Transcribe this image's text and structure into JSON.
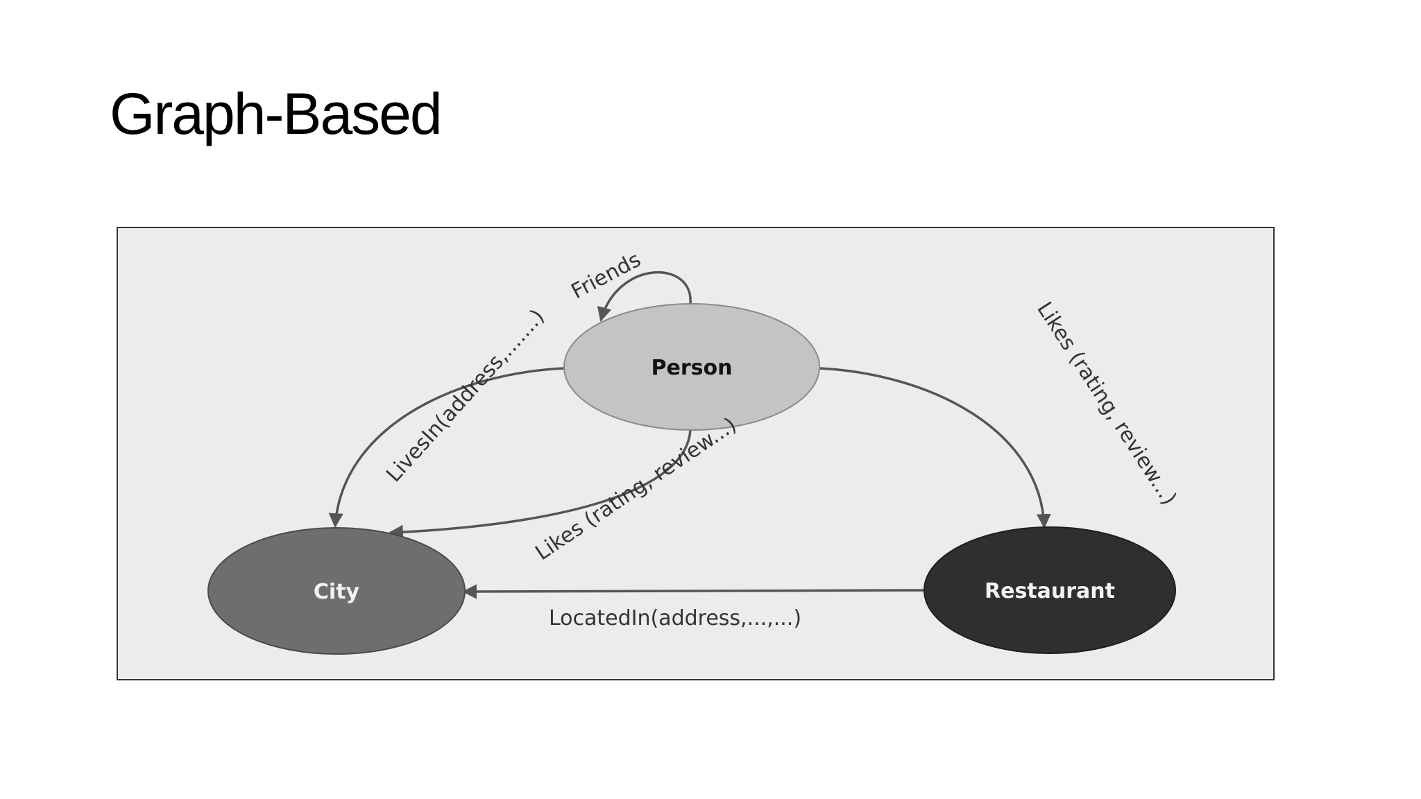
{
  "slide": {
    "title": "Graph-Based"
  },
  "diagram": {
    "nodes": {
      "person": {
        "label": "Person",
        "color": "#c4c4c4"
      },
      "city": {
        "label": "City",
        "color": "#6e6e6e"
      },
      "restaurant": {
        "label": "Restaurant",
        "color": "#2f2f2f"
      }
    },
    "edges": {
      "friends": "Friends",
      "lives_in": "LivesIn(address,.......)",
      "likes_city": "Likes (rating, review...)",
      "likes_restaurant": "Likes (rating, review...)",
      "located_in": "LocatedIn(address,...,...)"
    },
    "colors": {
      "background": "#ececec",
      "edge": "#555555",
      "frame_border": "#333333"
    }
  }
}
